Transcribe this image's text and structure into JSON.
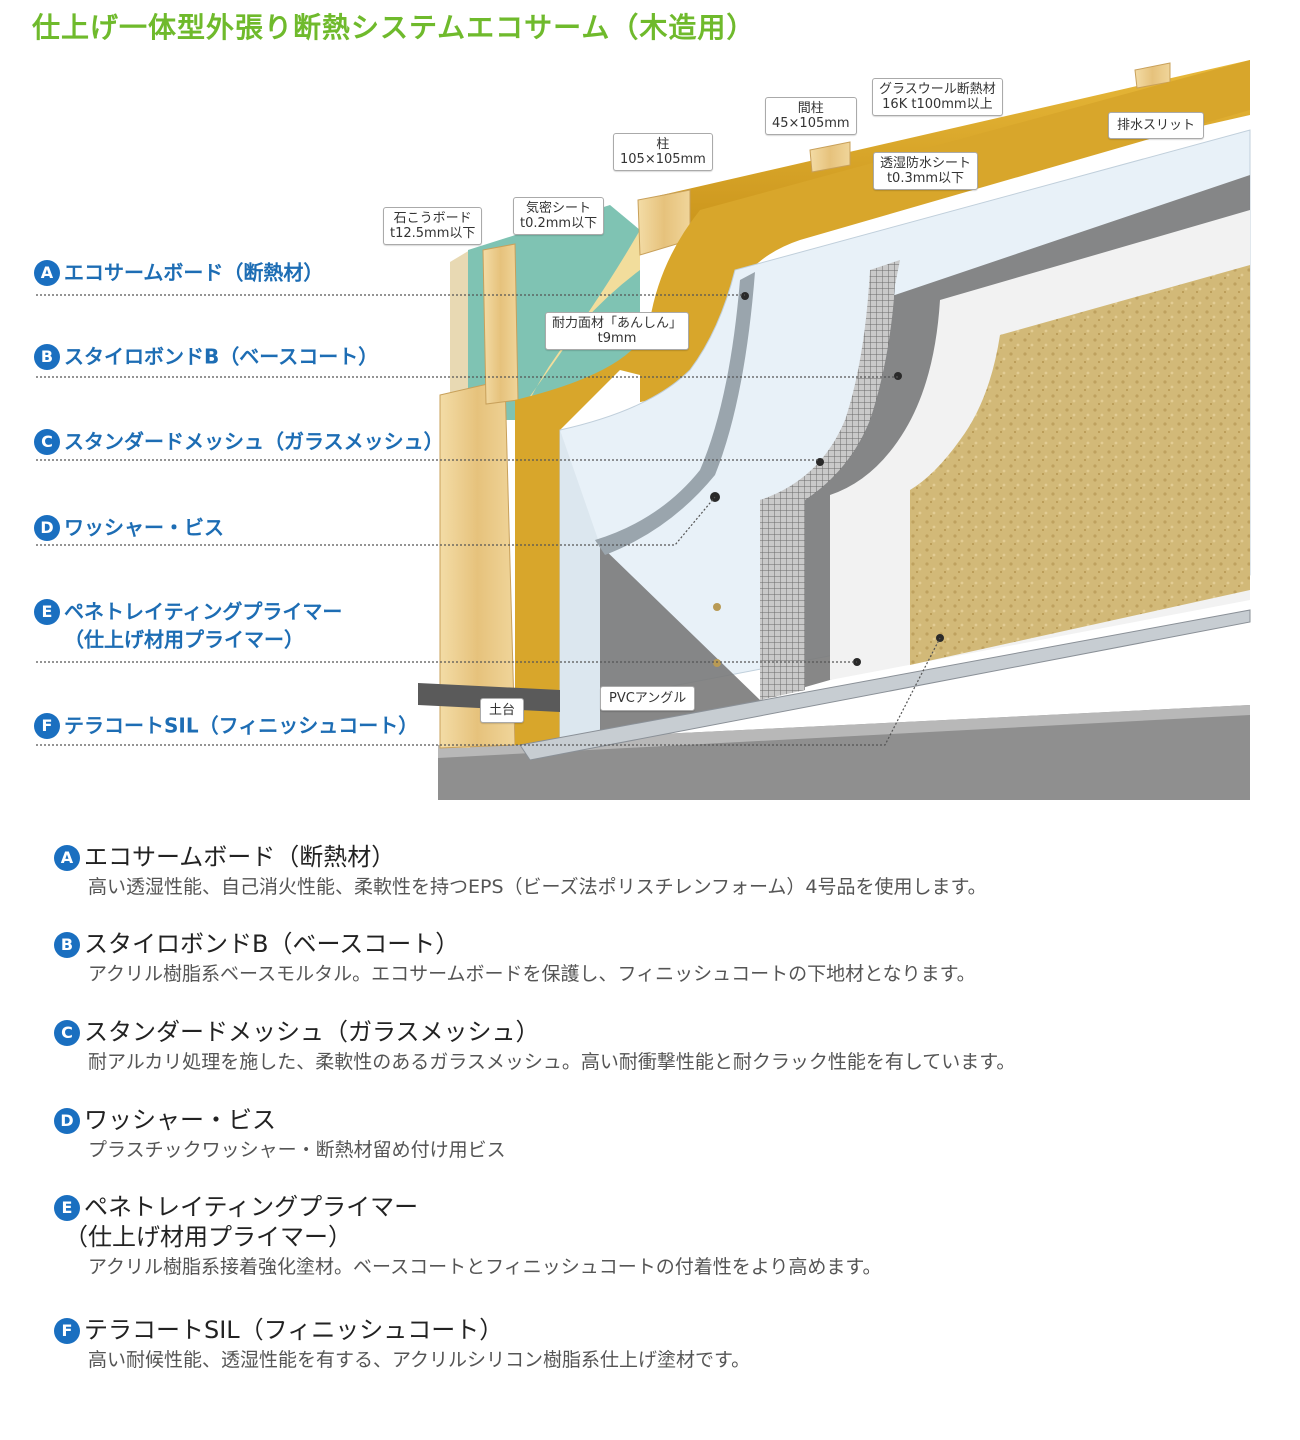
{
  "title": "仕上げ一体型外張り断熱システムエコサーム（木造用）",
  "callouts": {
    "plaster_board": [
      "石こうボード",
      "t12.5mm以下"
    ],
    "airtight_sheet": [
      "気密シート",
      "t0.2mm以下"
    ],
    "column": [
      "柱",
      "105×105mm"
    ],
    "stud": [
      "間柱",
      "45×105mm"
    ],
    "glass_wool": [
      "グラスウール断熱材",
      "16K t100mm以上"
    ],
    "drain_slit": [
      "排水スリット"
    ],
    "breathable_sheet": [
      "透湿防水シート",
      "t0.3mm以下"
    ],
    "structural_panel": [
      "耐力面材「あんしん」",
      "t9mm"
    ],
    "sill": [
      "土台"
    ],
    "pvc_angle": [
      "PVCアングル"
    ]
  },
  "layers": [
    {
      "letter": "A",
      "label": "エコサームボード（断熱材）"
    },
    {
      "letter": "B",
      "label": "スタイロボンドB（ベースコート）"
    },
    {
      "letter": "C",
      "label": "スタンダードメッシュ（ガラスメッシュ）"
    },
    {
      "letter": "D",
      "label": "ワッシャー・ビス"
    },
    {
      "letter": "E",
      "label": "ペネトレイティングプライマー",
      "label2": "（仕上げ材用プライマー）"
    },
    {
      "letter": "F",
      "label": "テラコートSIL（フィニッシュコート）"
    }
  ],
  "descriptions": [
    {
      "letter": "A",
      "head": "エコサームボード（断熱材）",
      "body": "高い透湿性能、自己消火性能、柔軟性を持つEPS（ビーズ法ポリスチレンフォーム）4号品を使用します。"
    },
    {
      "letter": "B",
      "head": "スタイロボンドB（ベースコート）",
      "body": "アクリル樹脂系ベースモルタル。エコサームボードを保護し、フィニッシュコートの下地材となります。"
    },
    {
      "letter": "C",
      "head": "スタンダードメッシュ（ガラスメッシュ）",
      "body": "耐アルカリ処理を施した、柔軟性のあるガラスメッシュ。高い耐衝撃性能と耐クラック性能を有しています。"
    },
    {
      "letter": "D",
      "head": "ワッシャー・ビス",
      "body": "プラスチックワッシャー・断熱材留め付け用ビス"
    },
    {
      "letter": "E",
      "head": "ペネトレイティングプライマー",
      "sub": "（仕上げ材用プライマー）",
      "body": "アクリル樹脂系接着強化塗材。ベースコートとフィニッシュコートの付着性をより高めます。"
    },
    {
      "letter": "F",
      "head": "テラコートSIL（フィニッシュコート）",
      "body": "高い耐候性能、透湿性能を有する、アクリルシリコン樹脂系仕上げ塗材です。"
    }
  ],
  "colors": {
    "title": "#6fba2c",
    "accent_blue": "#1a6fc0",
    "wood": "#e9c88a",
    "glass_wool": "#d9a625",
    "board": "#e6f0f7",
    "base_coat": "#777777",
    "mesh": "#9a9a9a",
    "finish": "#d2b978"
  }
}
